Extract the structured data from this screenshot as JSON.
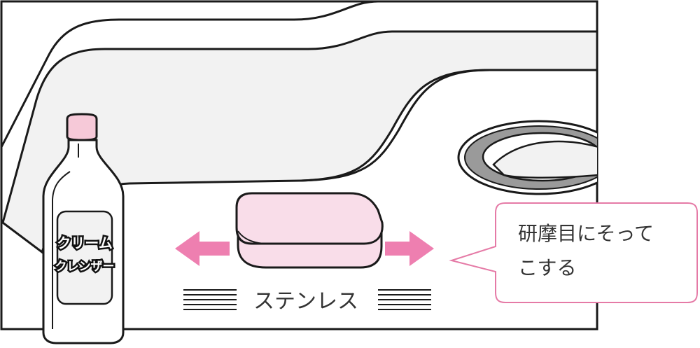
{
  "bottle": {
    "label_line1": "クリーム",
    "label_line2": "クレンザー"
  },
  "material_label": "ステンレス",
  "callout": {
    "line1": "研摩目にそって",
    "line2": "こする"
  },
  "colors": {
    "outline": "#1a1a1a",
    "sink_fill": "#f2f2f2",
    "sponge_fill": "#f9dde9",
    "arrow": "#ee7fb0",
    "callout_border": "#e57aa6",
    "bottle_cap": "#f6c9d8",
    "drain_ring": "#9a9a9a"
  },
  "icons": {
    "bottle": "cleanser-bottle-icon",
    "sponge": "sponge-icon",
    "arrow_left": "arrow-left-icon",
    "arrow_right": "arrow-right-icon",
    "drain": "drain-icon"
  }
}
